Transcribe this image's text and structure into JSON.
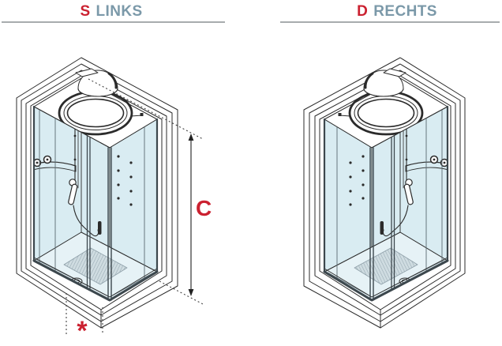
{
  "page": {
    "background": "#ffffff"
  },
  "headers": {
    "left": {
      "code": "S",
      "label": "LINKS"
    },
    "right": {
      "code": "D",
      "label": "RECHTS"
    }
  },
  "annotations": {
    "dimension_label": "C",
    "footnote_marker": "*"
  },
  "drawings": {
    "left": {
      "description": "Isometric shower cabin, left-hand (LINKS) version with height dimension C and footprint marker"
    },
    "right": {
      "description": "Isometric shower cabin, right-hand (RECHTS) version, mirror image, no dimension lines"
    }
  },
  "colors": {
    "accent_red": "#cb2130",
    "header_text": "#7b99a9",
    "divider_gray": "#a8acae",
    "line_dark": "#2b2b2b",
    "glass_blue": "#d9ecf2",
    "floor_blue": "#e6f2f6"
  }
}
